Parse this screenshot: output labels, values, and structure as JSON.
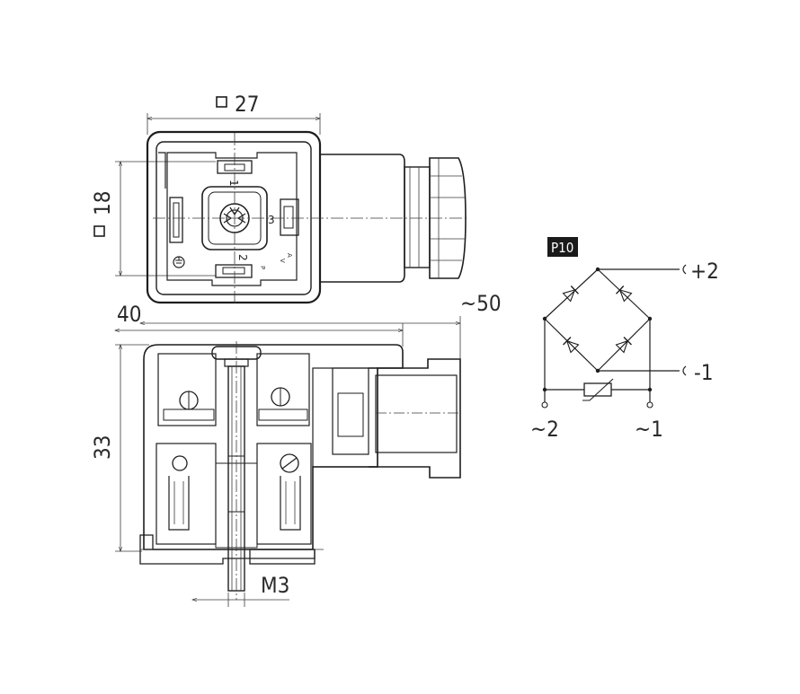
{
  "dimensions": {
    "top_width": "27",
    "top_height": "18",
    "side_width": "40",
    "side_length": "~50",
    "side_height": "33",
    "screw": "M3"
  },
  "pins": {
    "pin_1": "1",
    "pin_2": "2",
    "pin_3": "3",
    "mark_a": "A",
    "mark_v": "V",
    "mark_p": "P"
  },
  "circuit": {
    "badge": "P10",
    "plus": "+2",
    "minus": "-1",
    "ac_left": "~2",
    "ac_right": "~1"
  },
  "colors": {
    "line": "#1e1e1e",
    "badge_bg": "#1a1a1a",
    "hatch": "#555555"
  }
}
